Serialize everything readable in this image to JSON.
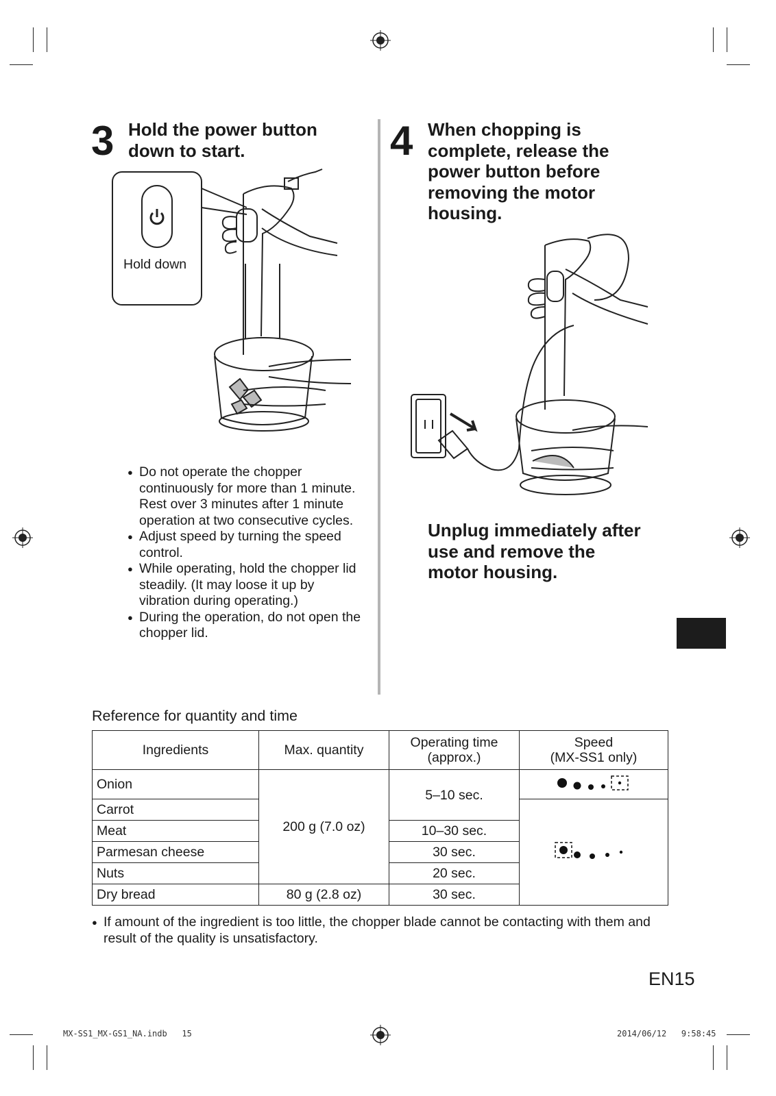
{
  "step3": {
    "number": "3",
    "title_line1": "Hold the power button",
    "title_line2": "down to start.",
    "callout_label": "Hold down",
    "bullets": [
      "Do not operate the chopper continuously for more than 1 minute. Rest over 3 minutes after 1 minute operation at two consecutive cycles.",
      "Adjust speed by turning the speed control.",
      "While operating, hold the chopper lid steadily. (It may loose it up by vibration during operating.)",
      "During the operation, do not open the chopper lid."
    ]
  },
  "step4": {
    "number": "4",
    "title_lines": [
      "When chopping is",
      "complete, release the",
      "power button before",
      "removing the motor",
      "housing."
    ],
    "note_lines": [
      "Unplug immediately after",
      "use and remove the",
      "motor housing."
    ]
  },
  "reference": {
    "caption": "Reference for quantity and time",
    "headers": [
      "Ingredients",
      "Max. quantity",
      "Operating time (approx.)",
      "Speed (MX-SS1 only)"
    ],
    "header_time_line1": "Operating time",
    "header_time_line2": "(approx.)",
    "header_speed_line1": "Speed",
    "header_speed_line2": "(MX-SS1 only)",
    "ingredients": [
      "Onion",
      "Carrot",
      "Meat",
      "Parmesan cheese",
      "Nuts",
      "Dry bread"
    ],
    "quantity_main": "200 g (7.0 oz)",
    "quantity_bread": "80 g (2.8 oz)",
    "times": [
      "5–10 sec.",
      "10–30 sec.",
      "30 sec.",
      "20 sec.",
      "30 sec."
    ],
    "footnote": "If amount of the ingredient is too little, the chopper blade cannot be contacting with them and result of the quality is unsatisfactory."
  },
  "page_number": "EN15",
  "footer": {
    "file": "MX-SS1_MX-GS1_NA.indb   15",
    "datetime": "2014/06/12   9:58:45"
  }
}
